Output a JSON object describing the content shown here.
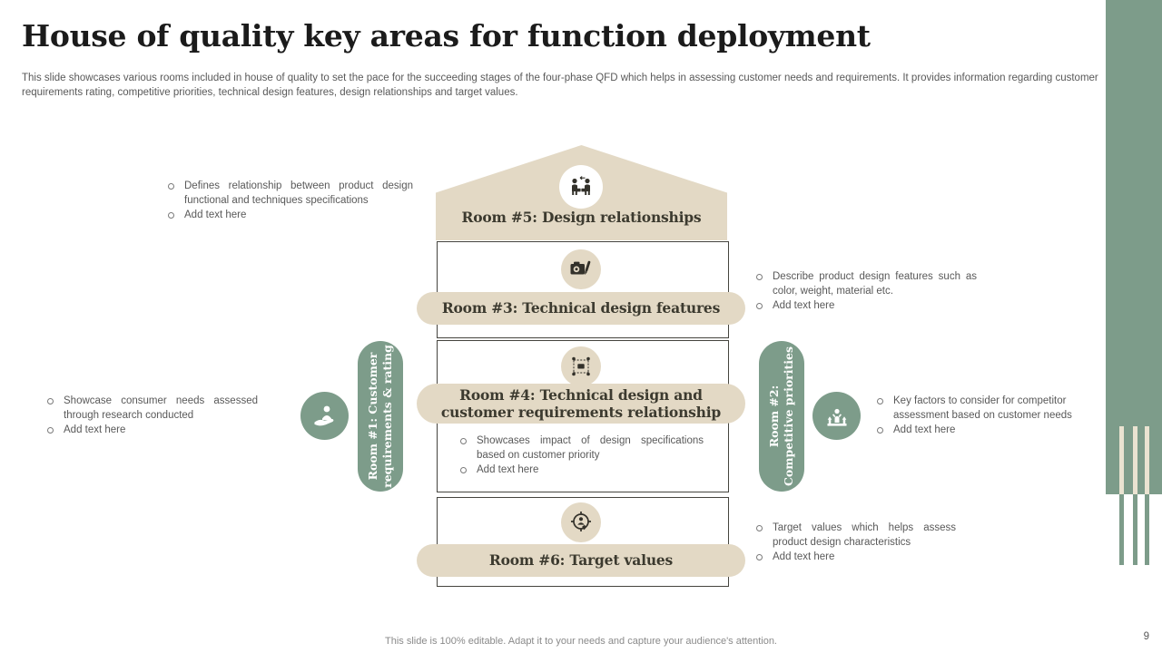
{
  "slide": {
    "title": "House of quality key areas for function deployment",
    "subtitle": "This slide showcases various rooms included in house of quality to set the pace for the succeeding stages of the four-phase QFD which helps in assessing customer needs and requirements. It provides information regarding customer requirements rating, competitive priorities, technical design features, design relationships and target values.",
    "footer": "This slide is 100% editable. Adapt it to your needs and capture your audience's attention.",
    "page_number": "9"
  },
  "rooms": {
    "room5": {
      "label": "Room #5: Design relationships",
      "icon": "two-people-arrow-icon"
    },
    "room3": {
      "label": "Room #3: Technical design features",
      "icon": "design-features-icon"
    },
    "room4": {
      "label_line1": "Room #4: Technical design and",
      "label_line2": "customer requirements relationship",
      "icon": "frame-selection-icon",
      "bullets": [
        "Showcases impact of design specifications based on customer priority",
        "Add text here"
      ]
    },
    "room6": {
      "label": "Room #6: Target values",
      "icon": "target-person-icon"
    },
    "room1": {
      "label_line1": "Room #1: Customer",
      "label_line2": "requirements & rating",
      "icon": "hand-holding-person-icon"
    },
    "room2": {
      "label_line1": "Room #2:",
      "label_line2": "Competitive priorities",
      "icon": "winner-podium-icon"
    }
  },
  "annotations": {
    "room5_notes": {
      "bullets": [
        "Defines relationship between product design functional and techniques specifications",
        "Add text here"
      ]
    },
    "room3_notes": {
      "bullets": [
        "Describe product design features such as color, weight, material etc.",
        "Add text here"
      ]
    },
    "room1_notes": {
      "bullets": [
        "Showcase consumer needs assessed through research conducted",
        "Add text here"
      ]
    },
    "room2_notes": {
      "bullets": [
        "Key factors to consider for competitor assessment based on customer needs",
        "Add text here"
      ]
    },
    "room6_notes": {
      "bullets": [
        "Target values which helps assess product design characteristics",
        "Add text here"
      ]
    }
  },
  "colors": {
    "accent_tan": "#e3d9c5",
    "accent_green": "#7d9c8a",
    "heading_dark": "#3c3a2f",
    "body_gray": "#595959",
    "box_border": "#45443e"
  }
}
